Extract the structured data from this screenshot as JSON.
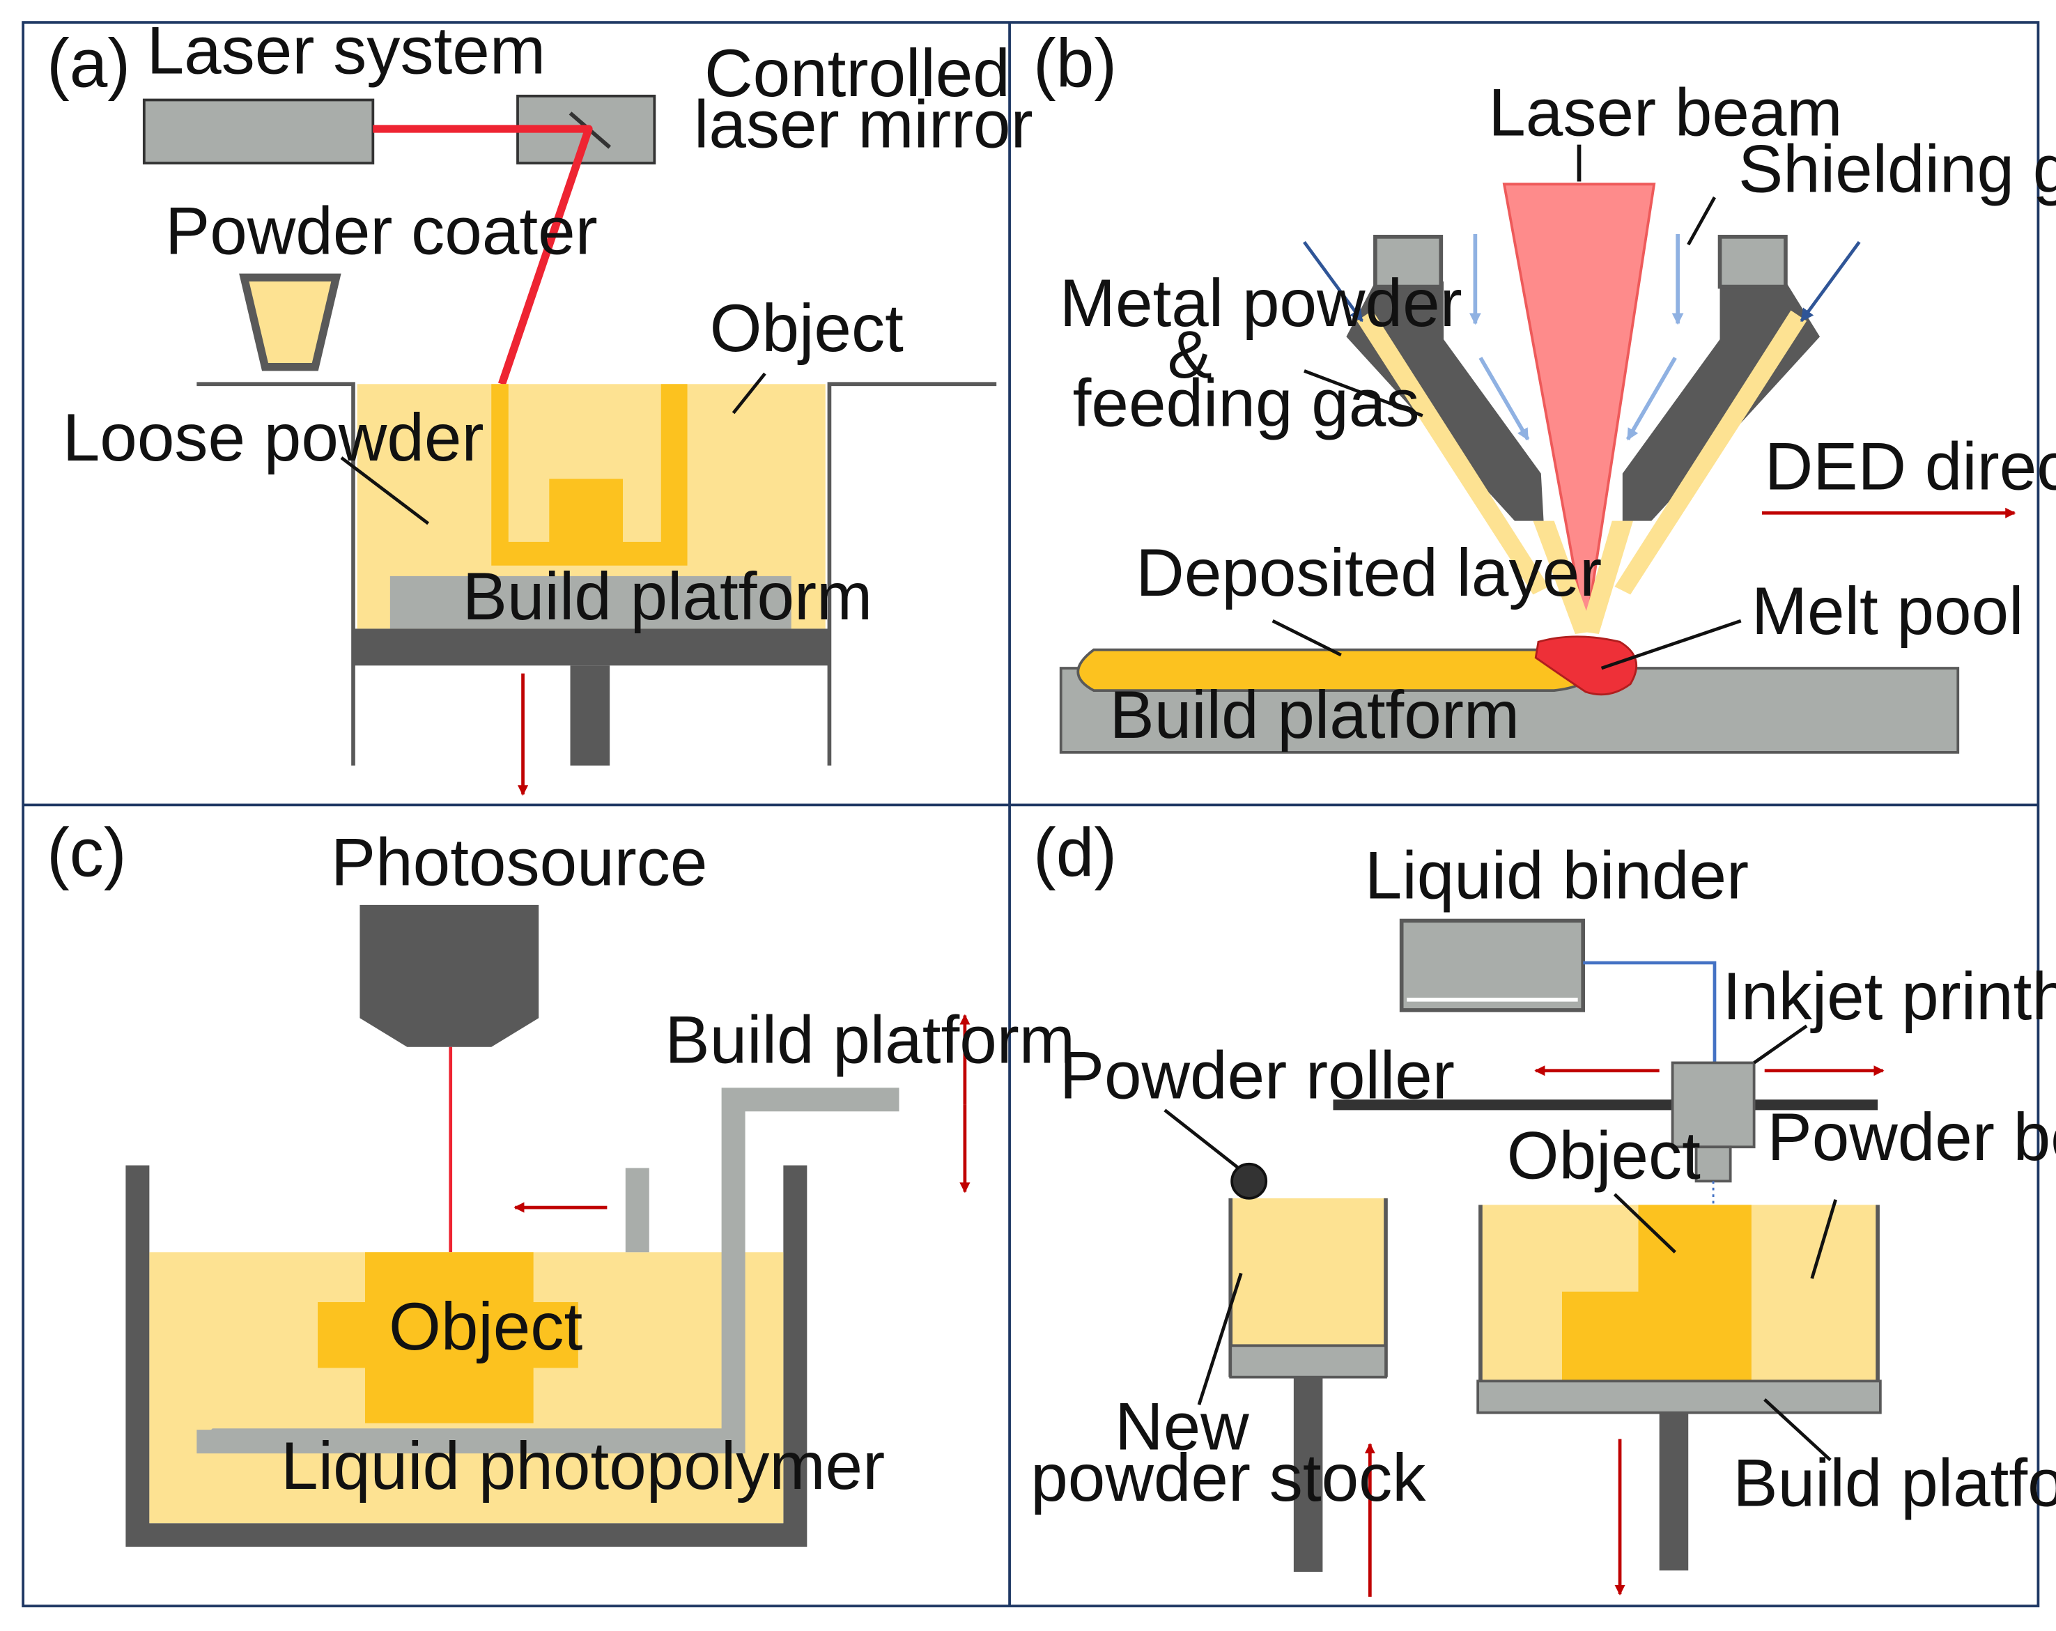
{
  "colors": {
    "powder_light": "#fde292",
    "object_gold": "#fcc21f",
    "machine_gray": "#595959",
    "platform_gray": "#a9adaa",
    "laser_red": "#ee2432",
    "beam_pink": "#fe8b8b",
    "melt_red": "#ee3038",
    "arrow_red": "#c00000",
    "gas_light_blue": "#8fb1e2",
    "gas_dark_blue": "#2f5597",
    "binder_line_blue": "#4472c4",
    "frame_navy": "#1f3864"
  },
  "panel_a": {
    "tag": "(a)",
    "laser_system": "Laser system",
    "mirror_line1": "Controlled",
    "mirror_line2": "laser mirror",
    "powder_coater": "Powder coater",
    "object": "Object",
    "loose_powder": "Loose powder",
    "build_platform": "Build platform"
  },
  "panel_b": {
    "tag": "(b)",
    "laser_beam": "Laser beam",
    "shielding_gas": "Shielding gas",
    "metal_powder_line1": "Metal powder",
    "metal_powder_line2": "&",
    "metal_powder_line3": "feeding gas",
    "ded_direction": "DED direction",
    "deposited_layer": "Deposited layer",
    "melt_pool": "Melt pool",
    "build_platform": "Build platform"
  },
  "panel_c": {
    "tag": "(c)",
    "photosource": "Photosource",
    "build_platform": "Build platform",
    "object": "Object",
    "liquid_photopolymer": "Liquid photopolymer"
  },
  "panel_d": {
    "tag": "(d)",
    "liquid_binder": "Liquid binder",
    "inkjet_printhead": "Inkjet printhead",
    "powder_roller": "Powder roller",
    "object": "Object",
    "powder_bed": "Powder bed",
    "new_powder_line1": "New",
    "new_powder_line2": "powder stock",
    "build_platform": "Build platform"
  }
}
